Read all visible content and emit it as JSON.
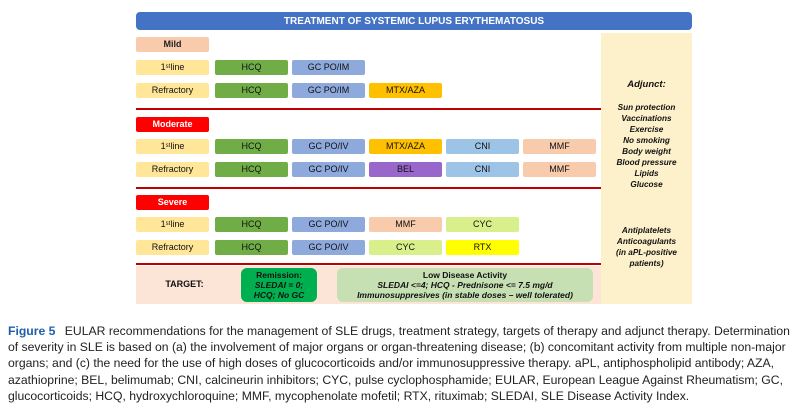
{
  "title": "TREATMENT OF SYSTEMIC LUPUS ERYTHEMATOSUS",
  "severity": {
    "mild": {
      "label": "Mild",
      "first_line": {
        "label_main": "1",
        "label_sup": "st",
        "label_rest": " line",
        "drugs": [
          "HCQ",
          "GC PO/IM"
        ]
      },
      "refractory": {
        "label": "Refractory",
        "drugs": [
          "HCQ",
          "GC PO/IM",
          "MTX/AZA"
        ]
      }
    },
    "moderate": {
      "label": "Moderate",
      "first_line": {
        "label_main": "1",
        "label_sup": "st",
        "label_rest": " line",
        "drugs": [
          "HCQ",
          "GC PO/IV",
          "MTX/AZA",
          "CNI",
          "MMF"
        ]
      },
      "refractory": {
        "label": "Refractory",
        "drugs": [
          "HCQ",
          "GC PO/IV",
          "BEL",
          "CNI",
          "MMF"
        ]
      }
    },
    "severe": {
      "label": "Severe",
      "first_line": {
        "label_main": "1",
        "label_sup": "st",
        "label_rest": " line",
        "drugs": [
          "HCQ",
          "GC PO/IV",
          "MMF",
          "CYC"
        ]
      },
      "refractory": {
        "label": "Refractory",
        "drugs": [
          "HCQ",
          "GC PO/IV",
          "CYC",
          "RTX"
        ]
      }
    }
  },
  "adjunct": {
    "heading": "Adjunct:",
    "items": [
      "Sun protection",
      "Vaccinations",
      "Exercise",
      "No smoking",
      "Body weight",
      "Blood pressure",
      "Lipids",
      "Glucose"
    ],
    "items2": [
      "Antiplatelets",
      "Anticoagulants",
      "(in aPL-positive",
      "patients)"
    ]
  },
  "target": {
    "label": "TARGET:",
    "remission": {
      "title": "Remission:",
      "line1": "SLEDAI = 0;",
      "line2": "HCQ; No GC"
    },
    "lda": {
      "title": "Low Disease Activity",
      "line1": "SLEDAI <=4; HCQ - Prednisone <= 7.5 mg/d",
      "line2": "Immunosuppresives (in stable doses – well tolerated)"
    }
  },
  "colors": {
    "title_bg": "#4472c4",
    "mild": "#f8cbad",
    "moderate": "#ff0000",
    "severe": "#ff0000",
    "line_label": "#ffe699",
    "HCQ": "#70ad47",
    "GC": "#8ea9db",
    "MTX/AZA": "#ffc000",
    "CNI": "#9dc3e6",
    "MMF": "#f8cbad",
    "BEL": "#9966cc",
    "CYC": "#d9ef8b",
    "RTX": "#ffff00",
    "adjunct_bg": "#fdf1cb",
    "target_bg": "#fce4d6",
    "remission": "#00b050",
    "lda": "#c6e0b4"
  },
  "caption": {
    "figure_label": "Figure 5",
    "text": "EULAR recommendations for the management of SLE drugs, treatment strategy, targets of therapy and adjunct therapy. Determination of severity in SLE is based on (a) the involvement of major organs or organ-threatening disease; (b) concomitant activity from multiple non-major organs; and (c) the need for the use of high doses of glucocorticoids and/or immunosuppressive therapy. aPL, antiphospholipid antibody; AZA, azathioprine; BEL, belimumab; CNI, calcineurin inhibitors; CYC, pulse cyclophosphamide; EULAR, European League Against Rheumatism; GC, glucocorticoids; HCQ, hydroxychloroquine; MMF, mycophenolate mofetil; RTX, rituximab; SLEDAI, SLE Disease Activity Index."
  }
}
